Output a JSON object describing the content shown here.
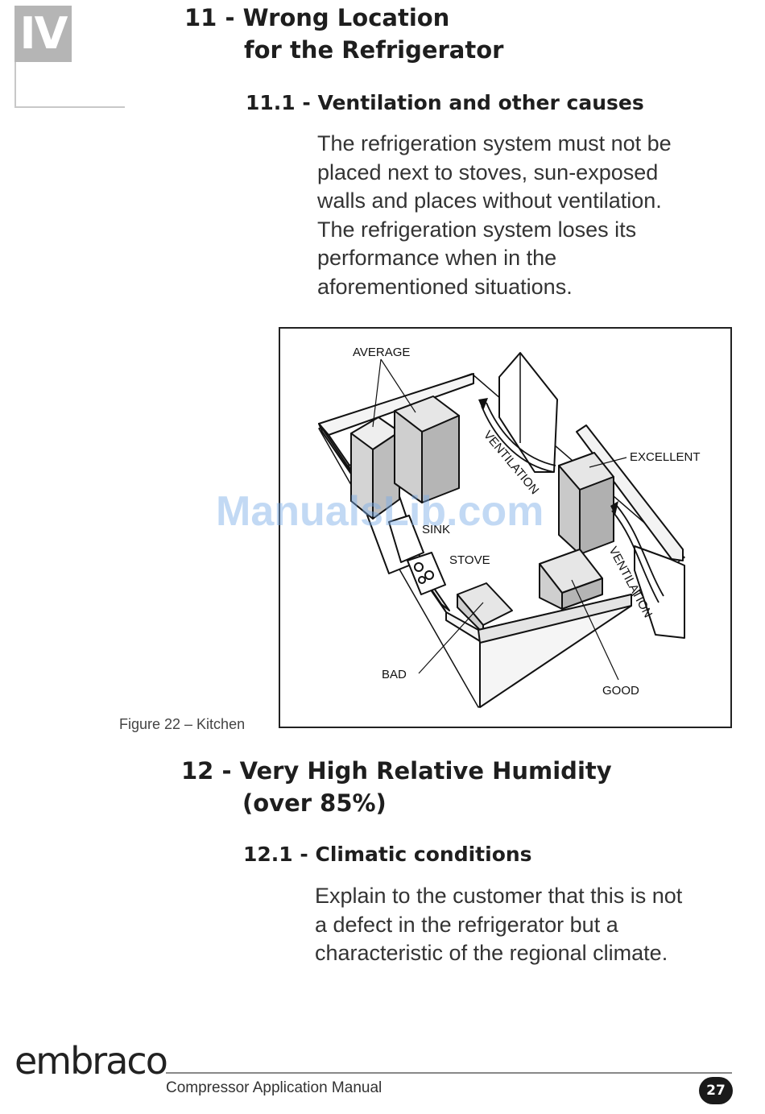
{
  "chapter": {
    "numeral": "IV"
  },
  "section11": {
    "heading_line1": "11 - Wrong Location",
    "heading_line2": "for the Refrigerator",
    "sub_heading": "11.1 - Ventilation and other causes",
    "body_lines": [
      "The refrigeration system must not be",
      "placed next to stoves, sun-exposed",
      "walls and places without ventilation.",
      "The refrigeration system loses its",
      "performance when in the",
      "aforementioned situations."
    ]
  },
  "figure": {
    "caption": "Figure 22 – Kitchen",
    "labels": {
      "average": "AVERAGE",
      "excellent": "EXCELLENT",
      "sink": "SINK",
      "stove": "STOVE",
      "bad": "BAD",
      "good": "GOOD",
      "ventilation_1": "VENTILATION",
      "ventilation_2": "VENTILATION"
    }
  },
  "watermark": "ManualsLib.com",
  "section12": {
    "heading_line1": "12 - Very High Relative Humidity",
    "heading_line2": "(over 85%)",
    "sub_heading": "12.1 - Climatic conditions",
    "body_lines": [
      "Explain to the customer that this is not",
      "a defect in the refrigerator but a",
      "characteristic of the regional climate."
    ]
  },
  "footer": {
    "brand": "embraco",
    "manual_title": "Compressor Application Manual",
    "page_number": "27"
  }
}
